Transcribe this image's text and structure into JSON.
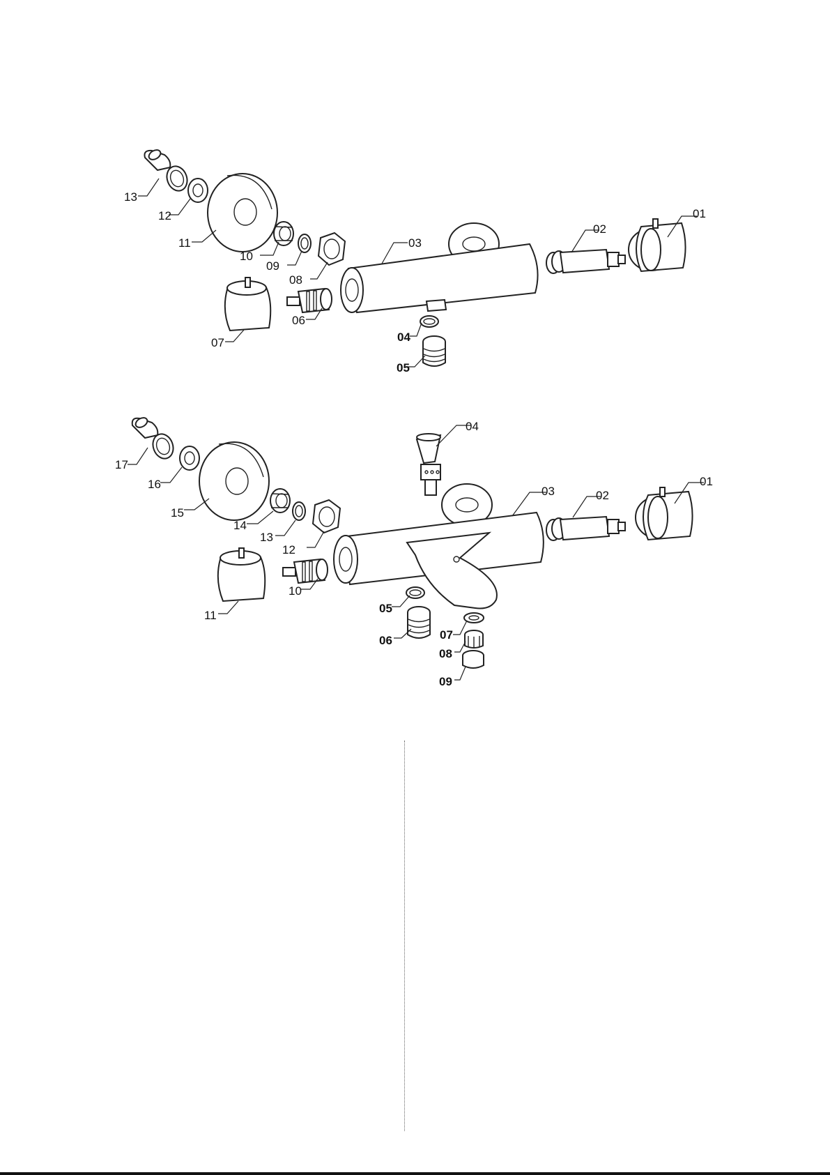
{
  "diagram_top": {
    "labels": [
      {
        "id": "13",
        "text": "13",
        "bold": false
      },
      {
        "id": "12",
        "text": "12",
        "bold": false
      },
      {
        "id": "11",
        "text": "11",
        "bold": false
      },
      {
        "id": "10",
        "text": "10",
        "bold": false
      },
      {
        "id": "09",
        "text": "09",
        "bold": false
      },
      {
        "id": "08",
        "text": "08",
        "bold": false
      },
      {
        "id": "07",
        "text": "07",
        "bold": false
      },
      {
        "id": "06",
        "text": "06",
        "bold": false
      },
      {
        "id": "05",
        "text": "05",
        "bold": true
      },
      {
        "id": "04",
        "text": "04",
        "bold": true
      },
      {
        "id": "03",
        "text": "03",
        "bold": false
      },
      {
        "id": "02",
        "text": "02",
        "bold": false
      },
      {
        "id": "01",
        "text": "01",
        "bold": false
      }
    ]
  },
  "diagram_bottom": {
    "labels": [
      {
        "id": "17",
        "text": "17",
        "bold": false
      },
      {
        "id": "16",
        "text": "16",
        "bold": false
      },
      {
        "id": "15",
        "text": "15",
        "bold": false
      },
      {
        "id": "14",
        "text": "14",
        "bold": false
      },
      {
        "id": "13",
        "text": "13",
        "bold": false
      },
      {
        "id": "12",
        "text": "12",
        "bold": false
      },
      {
        "id": "11",
        "text": "11",
        "bold": false
      },
      {
        "id": "10",
        "text": "10",
        "bold": false
      },
      {
        "id": "09",
        "text": "09",
        "bold": true
      },
      {
        "id": "08",
        "text": "08",
        "bold": true
      },
      {
        "id": "07",
        "text": "07",
        "bold": true
      },
      {
        "id": "06",
        "text": "06",
        "bold": true
      },
      {
        "id": "05",
        "text": "05",
        "bold": true
      },
      {
        "id": "04",
        "text": "04",
        "bold": false
      },
      {
        "id": "03",
        "text": "03",
        "bold": false
      },
      {
        "id": "02",
        "text": "02",
        "bold": false
      },
      {
        "id": "01",
        "text": "01",
        "bold": false
      }
    ]
  }
}
